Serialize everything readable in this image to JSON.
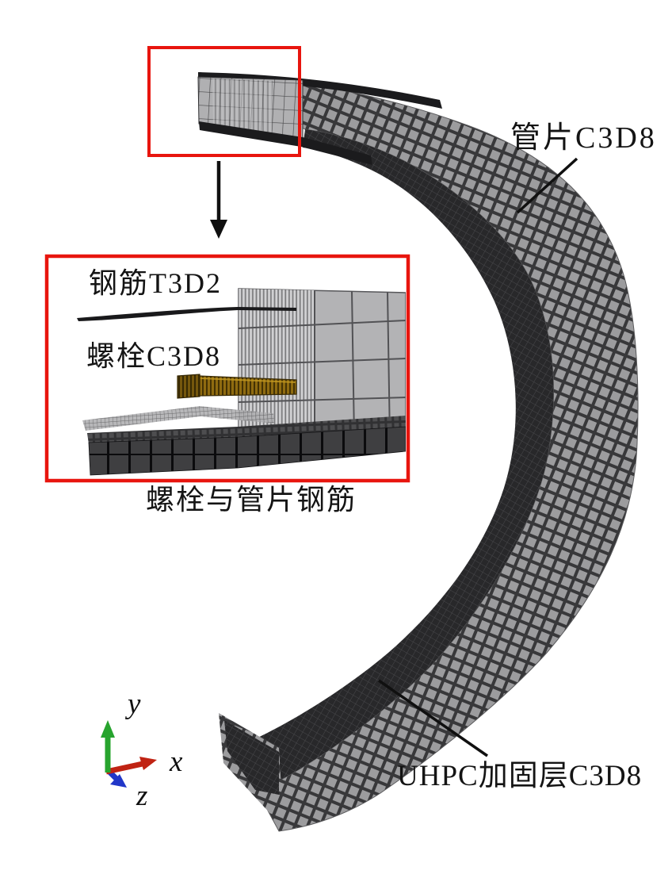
{
  "figure": {
    "annotations": {
      "segment_label": "管片C3D8",
      "rebar_label": "钢筋T3D2",
      "bolt_label": "螺栓C3D8",
      "inset_caption": "螺栓与管片钢筋",
      "uhpc_label": "UHPC加固层C3D8"
    },
    "axes_triad": {
      "x_label": "x",
      "y_label": "y",
      "z_label": "z"
    },
    "colors": {
      "highlight_red": "#e8150e",
      "segment_mesh_light": "#9c9c9e",
      "uhpc_mesh_dark": "#28282a",
      "bolt_gold": "#8f6b10",
      "axis_x_red": "#c02313",
      "axis_y_green": "#27a42e",
      "axis_z_blue": "#2136c8",
      "background": "#ffffff"
    }
  }
}
